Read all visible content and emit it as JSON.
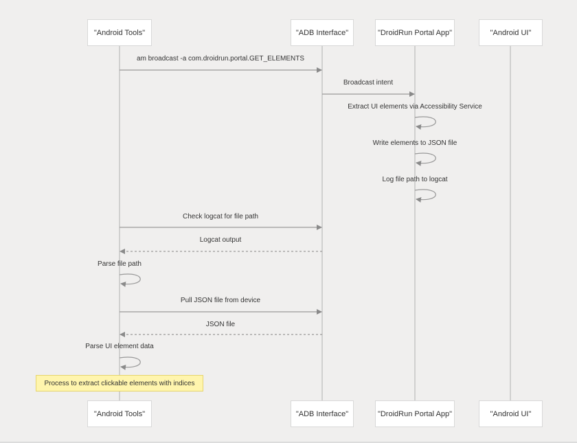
{
  "participants": [
    {
      "id": "tools",
      "label": "\"Android Tools\""
    },
    {
      "id": "adb",
      "label": "\"ADB Interface\""
    },
    {
      "id": "portal",
      "label": "\"DroidRun Portal App\""
    },
    {
      "id": "ui",
      "label": "\"Android UI\""
    }
  ],
  "messages": [
    {
      "from": "tools",
      "to": "adb",
      "kind": "solid",
      "label": "am broadcast -a com.droidrun.portal.GET_ELEMENTS"
    },
    {
      "from": "adb",
      "to": "portal",
      "kind": "solid",
      "label": "Broadcast intent"
    },
    {
      "from": "portal",
      "to": "portal",
      "kind": "self",
      "label": "Extract UI elements via Accessibility Service"
    },
    {
      "from": "portal",
      "to": "portal",
      "kind": "self",
      "label": "Write elements to JSON file"
    },
    {
      "from": "portal",
      "to": "portal",
      "kind": "self",
      "label": "Log file path to logcat"
    },
    {
      "from": "tools",
      "to": "adb",
      "kind": "solid",
      "label": "Check logcat for file path"
    },
    {
      "from": "adb",
      "to": "tools",
      "kind": "dashed",
      "label": "Logcat output"
    },
    {
      "from": "tools",
      "to": "tools",
      "kind": "self",
      "label": "Parse file path"
    },
    {
      "from": "tools",
      "to": "adb",
      "kind": "solid",
      "label": "Pull JSON file from device"
    },
    {
      "from": "adb",
      "to": "tools",
      "kind": "dashed",
      "label": "JSON file"
    },
    {
      "from": "tools",
      "to": "tools",
      "kind": "self",
      "label": "Parse UI element data"
    }
  ],
  "note": {
    "over": "tools",
    "text": "Process to extract clickable elements with indices"
  },
  "colors": {
    "background": "#f0efee",
    "line": "#999999",
    "note_fill": "#fff5ad"
  }
}
